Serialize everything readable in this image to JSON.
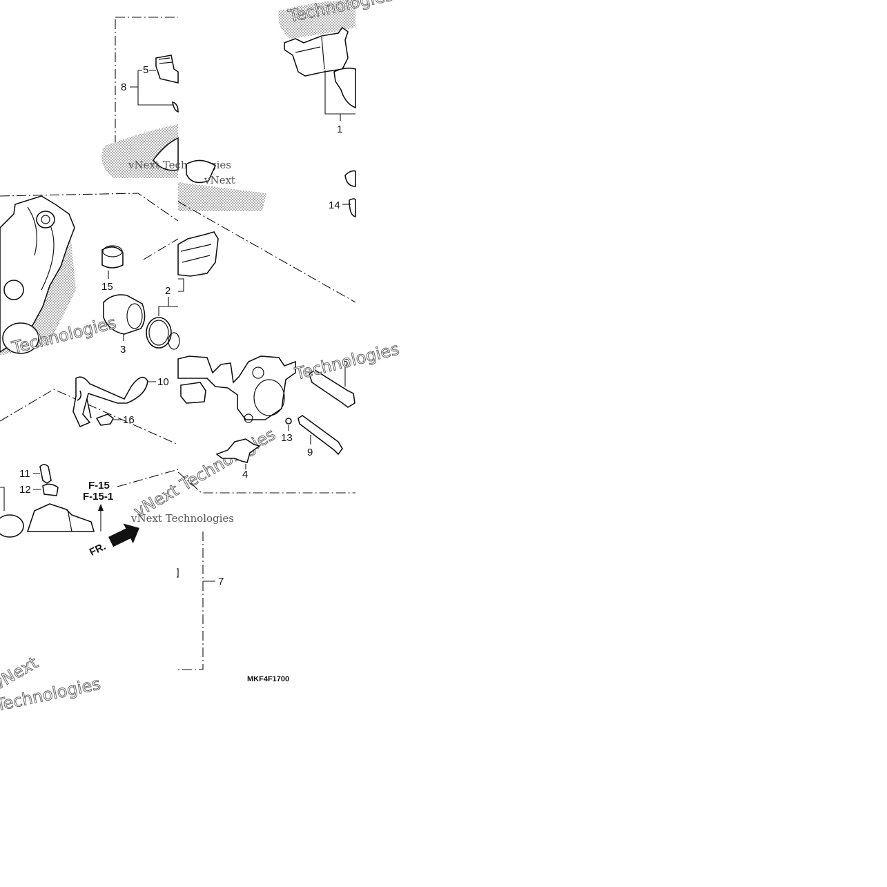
{
  "diagram": {
    "code": "MKF4F1700",
    "direction_label": "FR.",
    "ref_pages": [
      "F-15",
      "F-15-1"
    ],
    "watermarks": [
      "vNext Technologies",
      "Technologies",
      "vNext",
      "Technologies",
      "vNext Technologies",
      "Technologies"
    ],
    "callouts": {
      "c1": "1",
      "c2": "2",
      "c3": "3",
      "c4": "4",
      "c5": "5",
      "c6": "6",
      "c7": "7",
      "c8": "8",
      "c9": "9",
      "c10": "10",
      "c11": "11",
      "c12": "12",
      "c13": "13",
      "c14": "14",
      "c15": "15",
      "c16": "16"
    }
  }
}
